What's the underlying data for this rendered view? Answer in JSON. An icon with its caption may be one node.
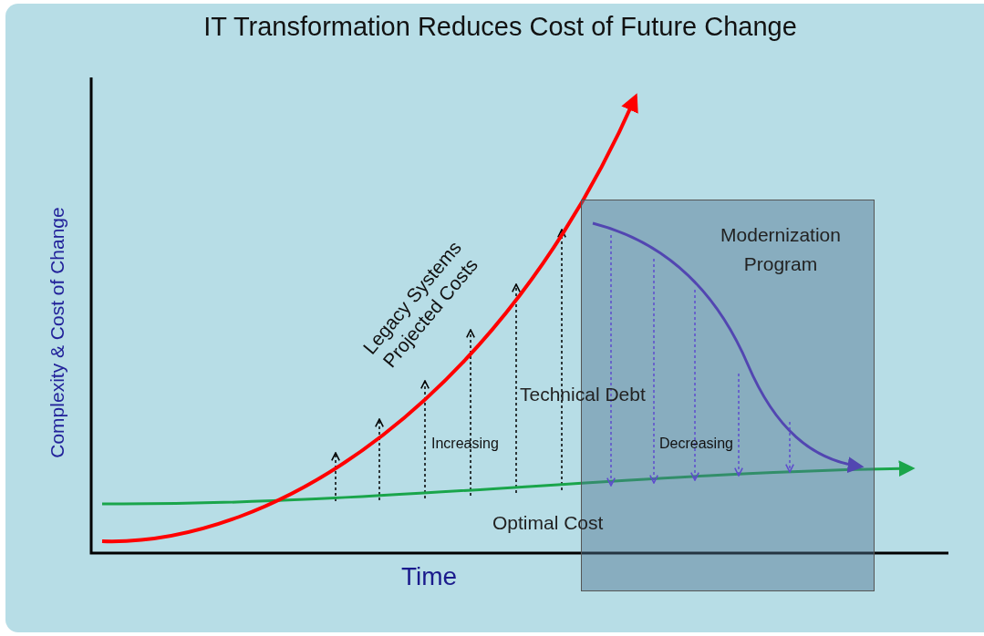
{
  "diagram": {
    "title": "IT Transformation Reduces Cost of Future Change",
    "nodes": [
      {
        "text": [
          "Modernization Program"
        ]
      }
    ],
    "labels": [
      "Complexity & Cost of Change",
      "Legacy Systems Projected Costs",
      "Technical Debt",
      "Increasing",
      "Decreasing",
      "Optimal Cost",
      "Time"
    ]
  }
}
